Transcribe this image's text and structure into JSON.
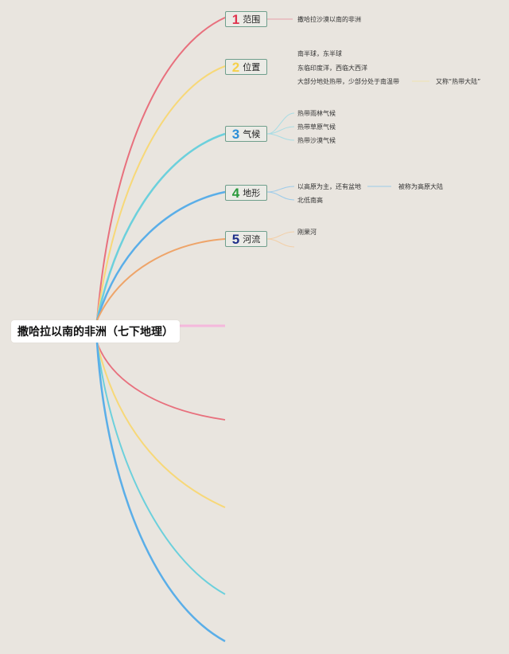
{
  "root": {
    "label": "撒哈拉以南的非洲（七下地理）"
  },
  "topics": [
    {
      "num": "1",
      "label": "范围",
      "color": "#e85a6a",
      "children": [
        {
          "label": "撒哈拉沙漠以南的非洲"
        }
      ]
    },
    {
      "num": "2",
      "label": "位置",
      "color": "#f7d56e",
      "children": [
        {
          "label": "南半球，东半球"
        },
        {
          "label": "东临印度洋，西临大西洋"
        },
        {
          "label": "大部分地处热带，少部分处于南温带",
          "note": "又称“热带大陆”"
        }
      ]
    },
    {
      "num": "3",
      "label": "气候",
      "color": "#5cc8d8",
      "children": [
        {
          "label": "热带雨林气候"
        },
        {
          "label": "热带草原气候"
        },
        {
          "label": "热带沙漠气候"
        }
      ]
    },
    {
      "num": "4",
      "label": "地形",
      "color": "#2a9a3c",
      "children": [
        {
          "label": "以高原为主，还有盆地",
          "note": "被称为高原大陆"
        },
        {
          "label": "北低南高"
        }
      ]
    },
    {
      "num": "5",
      "label": "河流",
      "color": "#1f2f8a",
      "children": [
        {
          "label": "刚果河"
        }
      ]
    }
  ],
  "branch_colors": {
    "red": "#e8707d",
    "yellow": "#f7d878",
    "cyan": "#6cd0dc",
    "blue": "#5aaee8",
    "orange": "#eea469",
    "pink": "#f5b8dc"
  }
}
